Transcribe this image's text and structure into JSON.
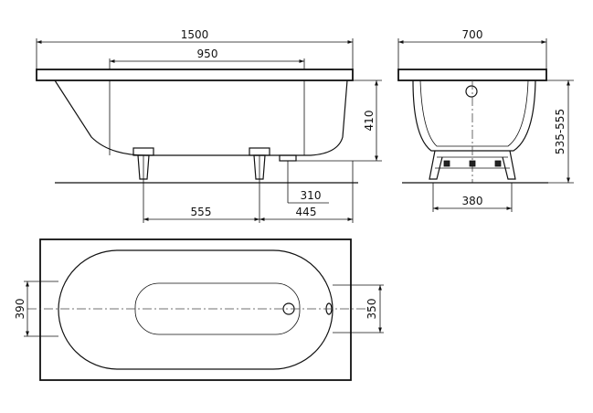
{
  "dimensions": {
    "total_length": "1500",
    "inner_length": "950",
    "height_410": "410",
    "offset_310": "310",
    "leg_spacing": "555",
    "leg_offset": "445",
    "total_width": "700",
    "height_range": "535-555",
    "leg_width": "380",
    "top_width_390": "390",
    "top_width_350": "350"
  },
  "colors": {
    "line": "#111111",
    "background": "#ffffff"
  }
}
